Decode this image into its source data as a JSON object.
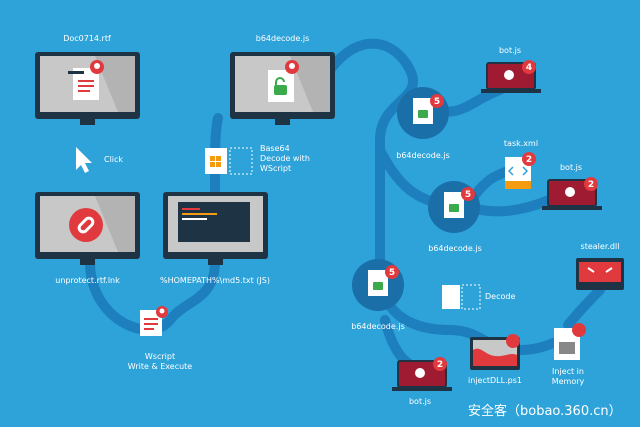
{
  "colors": {
    "background": "#2ea3d9",
    "path": "#1d7fbd",
    "circle": "#1a6fa8",
    "monitor": "#1e3444",
    "screen": "#c8c8c8",
    "laptop": "#9e1b32",
    "badge": "#e03a3e",
    "lock": "#3aaa4a"
  },
  "icons": [
    "document-icon",
    "lock-icon",
    "cursor-icon",
    "link-icon",
    "terminal-icon",
    "skull-icon",
    "script-icon",
    "windows-file-icon",
    "xml-file-icon",
    "dll-icon",
    "powershell-chart-icon",
    "syringe-icon"
  ],
  "labels": {
    "doc_top": "Doc0714.rtf",
    "b64_top": "b64decode.js",
    "click": "Click",
    "base64": "Base64\nDecode with\nWScript",
    "unprotect": "unprotect.rtf.lnk",
    "homepath": "%HOMEPATH%\\md5.txt (JS)",
    "wscript": "Wscript\nWrite & Execute",
    "b64_1": "b64decode.js",
    "b64_2": "b64decode.js",
    "b64_3": "b64decode.js",
    "bot_1": "bot.js",
    "task": "task.xml",
    "bot_2": "bot.js",
    "stealer": "stealer.dll",
    "decode": "Decode",
    "inject_dll": "injectDLL.ps1",
    "inject_mem": "Inject in\nMemory",
    "bot_3": "bot.js"
  },
  "badges": {
    "b64_1": "5",
    "b64_2": "5",
    "b64_3": "5",
    "bot_1": "4",
    "task": "2",
    "bot_2": "2",
    "bot_3": "2"
  },
  "watermark": "安全客（bobao.360.cn）"
}
